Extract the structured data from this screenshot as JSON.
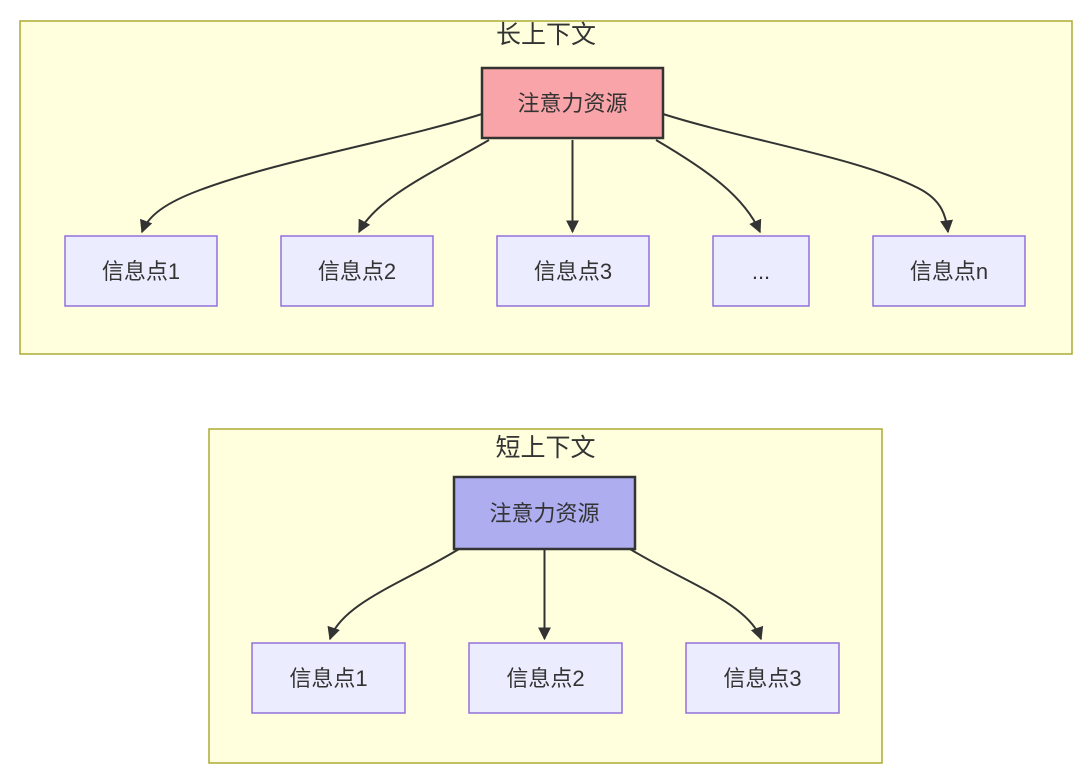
{
  "diagram": {
    "colors": {
      "cluster_fill": "#ffffde",
      "cluster_border": "#abab33",
      "node_fill": "#ececff",
      "node_border": "#9370db",
      "attention_border": "#333333",
      "edge_color": "#333333",
      "text_color": "#333333"
    },
    "long_context": {
      "title": "长上下文",
      "attention_label": "注意力资源",
      "attention_fill": "#f9a4a8",
      "info_points": [
        "信息点1",
        "信息点2",
        "信息点3",
        "...",
        "信息点n"
      ]
    },
    "short_context": {
      "title": "短上下文",
      "attention_label": "注意力资源",
      "attention_fill": "#adadf0",
      "info_points": [
        "信息点1",
        "信息点2",
        "信息点3"
      ]
    }
  }
}
